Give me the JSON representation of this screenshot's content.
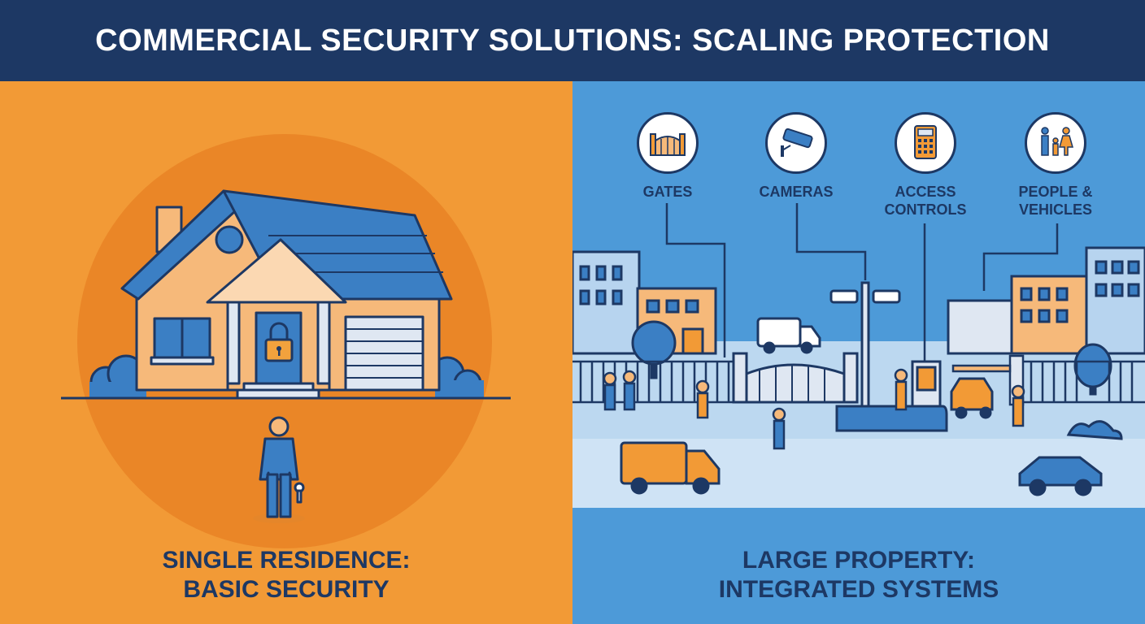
{
  "header": {
    "title": "COMMERCIAL SECURITY SOLUTIONS: SCALING PROTECTION"
  },
  "left_panel": {
    "caption_line1": "SINGLE RESIDENCE:",
    "caption_line2": "BASIC SECURITY",
    "icons": [
      "house-icon",
      "padlock-icon",
      "person-with-key-icon"
    ]
  },
  "right_panel": {
    "caption_line1": "LARGE PROPERTY:",
    "caption_line2": "INTEGRATED SYSTEMS",
    "features": [
      {
        "label_line1": "GATES",
        "label_line2": "",
        "icon": "gate-icon"
      },
      {
        "label_line1": "CAMERAS",
        "label_line2": "",
        "icon": "camera-icon"
      },
      {
        "label_line1": "ACCESS",
        "label_line2": "CONTROLS",
        "icon": "keypad-icon"
      },
      {
        "label_line1": "PEOPLE &",
        "label_line2": "VEHICLES",
        "icon": "people-icon"
      }
    ]
  },
  "colors": {
    "header_bg": "#1d3864",
    "left_bg": "#f29a36",
    "right_bg": "#4d9ad8",
    "navy": "#1d3864",
    "accent_blue": "#3b7fc4"
  }
}
